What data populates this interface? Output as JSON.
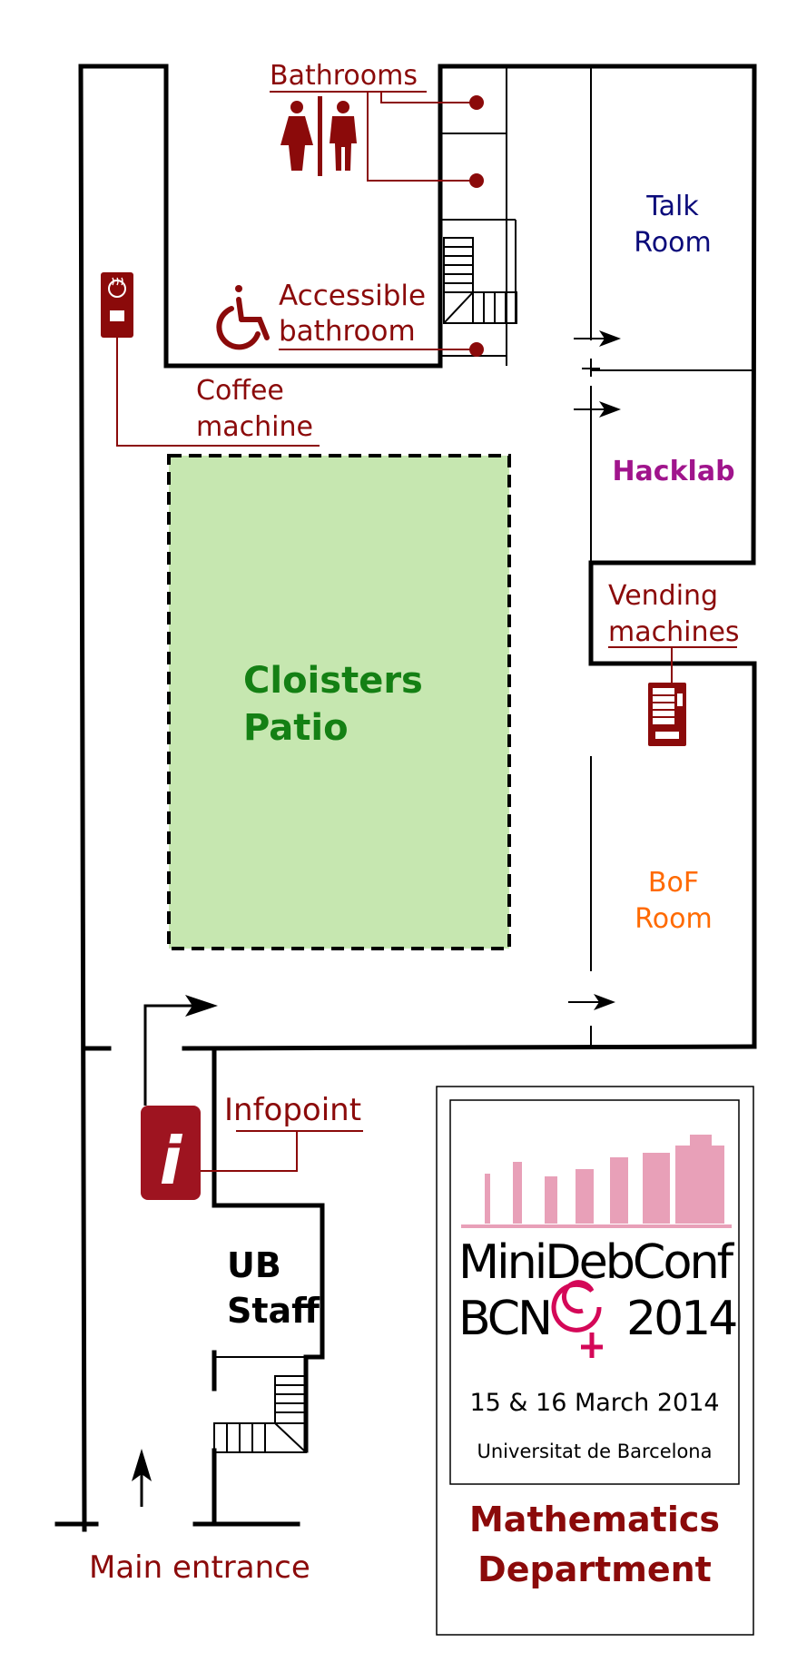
{
  "labels": {
    "bathrooms": "Bathrooms",
    "accessible_line1": "Accessible",
    "accessible_line2": "bathroom",
    "coffee_line1": "Coffee",
    "coffee_line2": "machine",
    "talk_line1": "Talk",
    "talk_line2": "Room",
    "hacklab": "Hacklab",
    "vending_line1": "Vending",
    "vending_line2": "machines",
    "patio_line1": "Cloisters",
    "patio_line2": "Patio",
    "bof_line1": "BoF",
    "bof_line2": "Room",
    "infopoint": "Infopoint",
    "staff_line1": "UB",
    "staff_line2": "Staff",
    "main_entrance": "Main entrance",
    "department_line1": "Mathematics",
    "department_line2": "Department"
  },
  "poster": {
    "title_line1": "MiniDebConf",
    "title_left": "BCN",
    "title_right": "2014",
    "dates": "15 & 16 March 2014",
    "venue": "Universitat de Barcelona"
  },
  "icons": {
    "info": "i"
  },
  "colors": {
    "dark_red": "#8b0a0a",
    "talk_room": "#0a0a7a",
    "hacklab": "#a0148c",
    "patio_text": "#148014",
    "patio_fill": "#c6e7b0",
    "bof_room": "#ff6a00",
    "info_bg": "#9e1420",
    "debian_red": "#d40858"
  }
}
